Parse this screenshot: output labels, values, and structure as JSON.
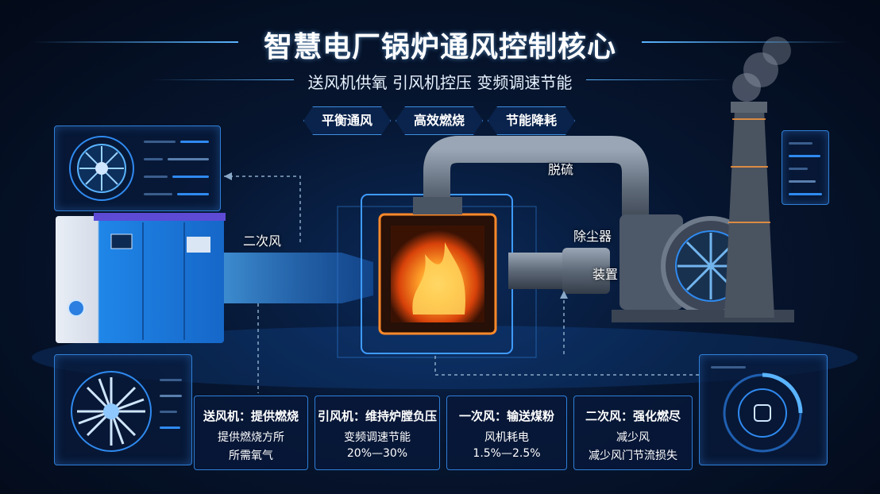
{
  "header": {
    "title": "智慧电厂锅炉通风控制核心",
    "subtitle": "送风机供氧 引风机控压 变频调速节能",
    "tags": [
      "平衡通风",
      "高效燃烧",
      "节能降耗"
    ]
  },
  "labels": {
    "secondary_air": "二次风",
    "desulfurization": "脱硫",
    "dust_removal_1": "除尘器",
    "dust_removal_2": "装置"
  },
  "cards": [
    {
      "heading": "送风机：提供燃烧",
      "line1": "提供燃烧方所",
      "line2": "所需氧气"
    },
    {
      "heading": "引风机：维持炉膛负压",
      "line1": "变频调速节能",
      "line2": "20%—30%"
    },
    {
      "heading": "一次风：输送煤粉",
      "line1": "风机耗电",
      "line2": "1.5%—2.5%"
    },
    {
      "heading": "二次风：强化燃尽",
      "line1": "减少风",
      "line2": "减少风门节流损失"
    }
  ],
  "colors": {
    "accent": "#2f8af0",
    "fire": "#ff7a18",
    "machine_blue": "#1f7de0",
    "background": "#06152f"
  },
  "icons": [
    "fan-icon",
    "turbine-icon",
    "gauge-icon"
  ]
}
